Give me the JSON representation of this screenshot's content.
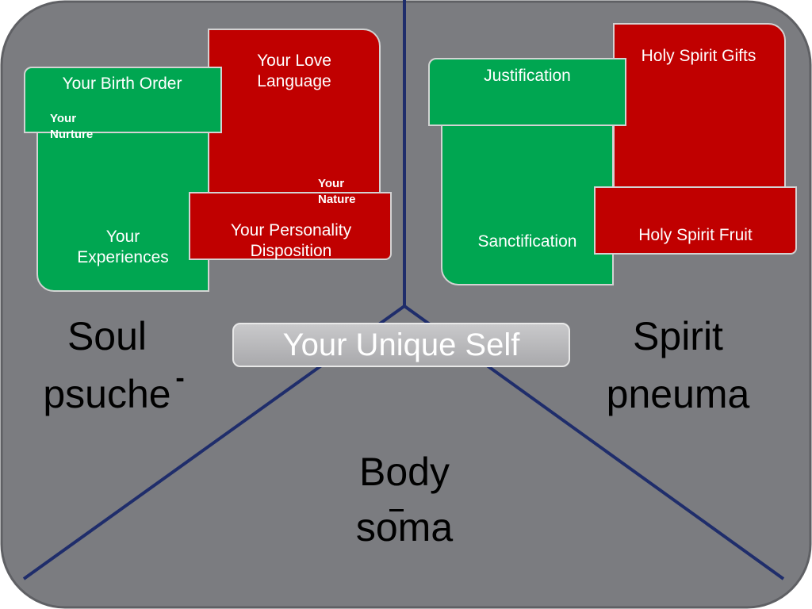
{
  "center": "Your Unique Self",
  "soul": {
    "title": "Soul",
    "greek": "psuche",
    "mark": "-",
    "boxes": {
      "love_language": "Your Love Language",
      "birth_order": "Your Birth Order",
      "nurture": "Your Nurture",
      "experiences": "Your Experiences",
      "nature": "Your Nature",
      "personality": "Your Personality Disposition"
    }
  },
  "spirit": {
    "title": "Spirit",
    "greek": "pneuma",
    "boxes": {
      "justification": "Justification",
      "gifts": "Holy Spirit Gifts",
      "sanctification": "Sanctification",
      "fruit": "Holy Spirit Fruit"
    }
  },
  "body": {
    "title": "Body",
    "greek": "soma"
  },
  "colors": {
    "background": "#7b7c80",
    "divider": "#1f2d6b",
    "green": "#00a651",
    "red": "#c00000"
  }
}
